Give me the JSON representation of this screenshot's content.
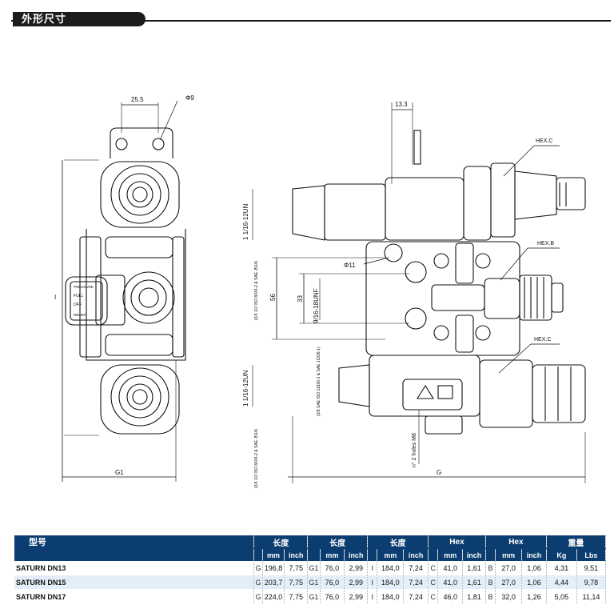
{
  "section_title": "外形尺寸",
  "drawing": {
    "left_view": {
      "dim_top": "25.5",
      "dim_hole": "Φ9",
      "dim_height": "I",
      "dim_width": "G1",
      "label_plate": [
        "PRESSURE",
        "FULL",
        "OFF",
        "RELIEF"
      ]
    },
    "right_view": {
      "dim_top": "13.3",
      "hex_c_top": "HEX.C",
      "hex_b": "HEX.B",
      "hex_c_bottom": "HEX.C",
      "phi": "Φ11",
      "dim_56": "56",
      "dim_33": "33",
      "thread_top": "1 1/16-12UN",
      "thread_top_note": "(3/4 1/2 ISO 8434-2 & SAE J514)",
      "thread_mid": "9/16-18UNF",
      "thread_mid_note": "(3/8 SAE ISO 11926-1 & SAE J1926-1)",
      "thread_bot": "1 1/16-12UN",
      "thread_bot_note": "(3/4 1/2 ISO 8434-2 & SAE J514)",
      "holes": "n° 2 holes M8",
      "dim_width": "G"
    }
  },
  "table": {
    "header": {
      "model": "型号",
      "groups": [
        "长度",
        "长度",
        "长度",
        "Hex",
        "Hex",
        "重量"
      ],
      "units": [
        "mm",
        "inch",
        "mm",
        "inch",
        "mm",
        "inch",
        "mm",
        "inch",
        "mm",
        "inch",
        "Kg",
        "Lbs"
      ]
    },
    "rows": [
      {
        "model": "SATURN DN13",
        "c1": "G",
        "v1": "196,8",
        "v2": "7,75",
        "c2": "G1",
        "v3": "76,0",
        "v4": "2,99",
        "c3": "I",
        "v5": "184,0",
        "v6": "7,24",
        "c4": "C",
        "v7": "41,0",
        "v8": "1,61",
        "c5": "B",
        "v9": "27,0",
        "v10": "1,06",
        "v11": "4,31",
        "v12": "9,51"
      },
      {
        "model": "SATURN DN15",
        "c1": "G",
        "v1": "203,7",
        "v2": "7,75",
        "c2": "G1",
        "v3": "76,0",
        "v4": "2,99",
        "c3": "I",
        "v5": "184,0",
        "v6": "7,24",
        "c4": "C",
        "v7": "41,0",
        "v8": "1,61",
        "c5": "B",
        "v9": "27,0",
        "v10": "1,06",
        "v11": "4,44",
        "v12": "9,78"
      },
      {
        "model": "SATURN DN17",
        "c1": "G",
        "v1": "224,0",
        "v2": "7,75",
        "c2": "G1",
        "v3": "76,0",
        "v4": "2,99",
        "c3": "I",
        "v5": "184,0",
        "v6": "7,24",
        "c4": "C",
        "v7": "46,0",
        "v8": "1,81",
        "c5": "B",
        "v9": "32,0",
        "v10": "1,26",
        "v11": "5,05",
        "v12": "11,14"
      }
    ]
  }
}
